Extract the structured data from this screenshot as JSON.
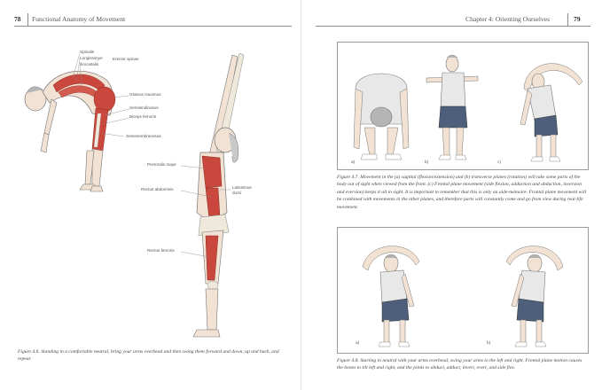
{
  "left_page": {
    "folio": "78",
    "running_head": "Functional Anatomy of Movement",
    "figure_labels": {
      "spinalis": "Spinalis",
      "longissimus": "Longissimus",
      "iliocostalis": "Iliocostalis",
      "erector_spinae": "Erector spinae",
      "gluteus_maximus": "Gluteus maximus",
      "semitendinosus": "Semitendinosus",
      "biceps_femoris": "Biceps femoris",
      "semimembranosus": "Semimembranosus",
      "pectoralis_major": "Pectoralis major",
      "rectus_abdominis": "Rectus abdominis",
      "latissimus_dorsi": "Latissimus dorsi",
      "rectus_femoris": "Rectus femoris"
    },
    "caption": "Figure 4.6. Standing in a comfortable neutral, bring your arms overhead and then swing them forward and down, up and back, and repeat."
  },
  "right_page": {
    "folio": "79",
    "running_head": "Chapter 4: Orienting Ourselves",
    "figure_4_7": {
      "panels": [
        "a)",
        "b)",
        "c)"
      ],
      "caption": "Figure 4.7. Movement in the (a) sagittal (flexion/extension) and (b) transverse planes (rotation) will take some parts of the body out of sight when viewed from the front. (c) Frontal plane movement (side flexion, adduction and abduction, inversion and eversion) keeps it all in sight. It is important to remember that this is only an aide-mémoire. Frontal plane movement will be combined with movements in the other planes, and therefore parts will constantly come and go from view during real-life movement."
    },
    "figure_4_8": {
      "panels": [
        "a)",
        "b)"
      ],
      "caption": "Figure 4.8. Starting in neutral with your arms overhead, swing your arms to the left and right. Frontal plane motion causes the bones to tilt left and right, and the joints to abduct, adduct, invert, evert, and side flex."
    }
  },
  "colors": {
    "skin": "#f1e2d3",
    "muscle": "#c9473d",
    "bone": "#efe9dc",
    "shirt": "#e8e8e8",
    "shorts": "#4d5f7a",
    "hair": "#b5b5b5",
    "rule": "#8a8a8a"
  }
}
